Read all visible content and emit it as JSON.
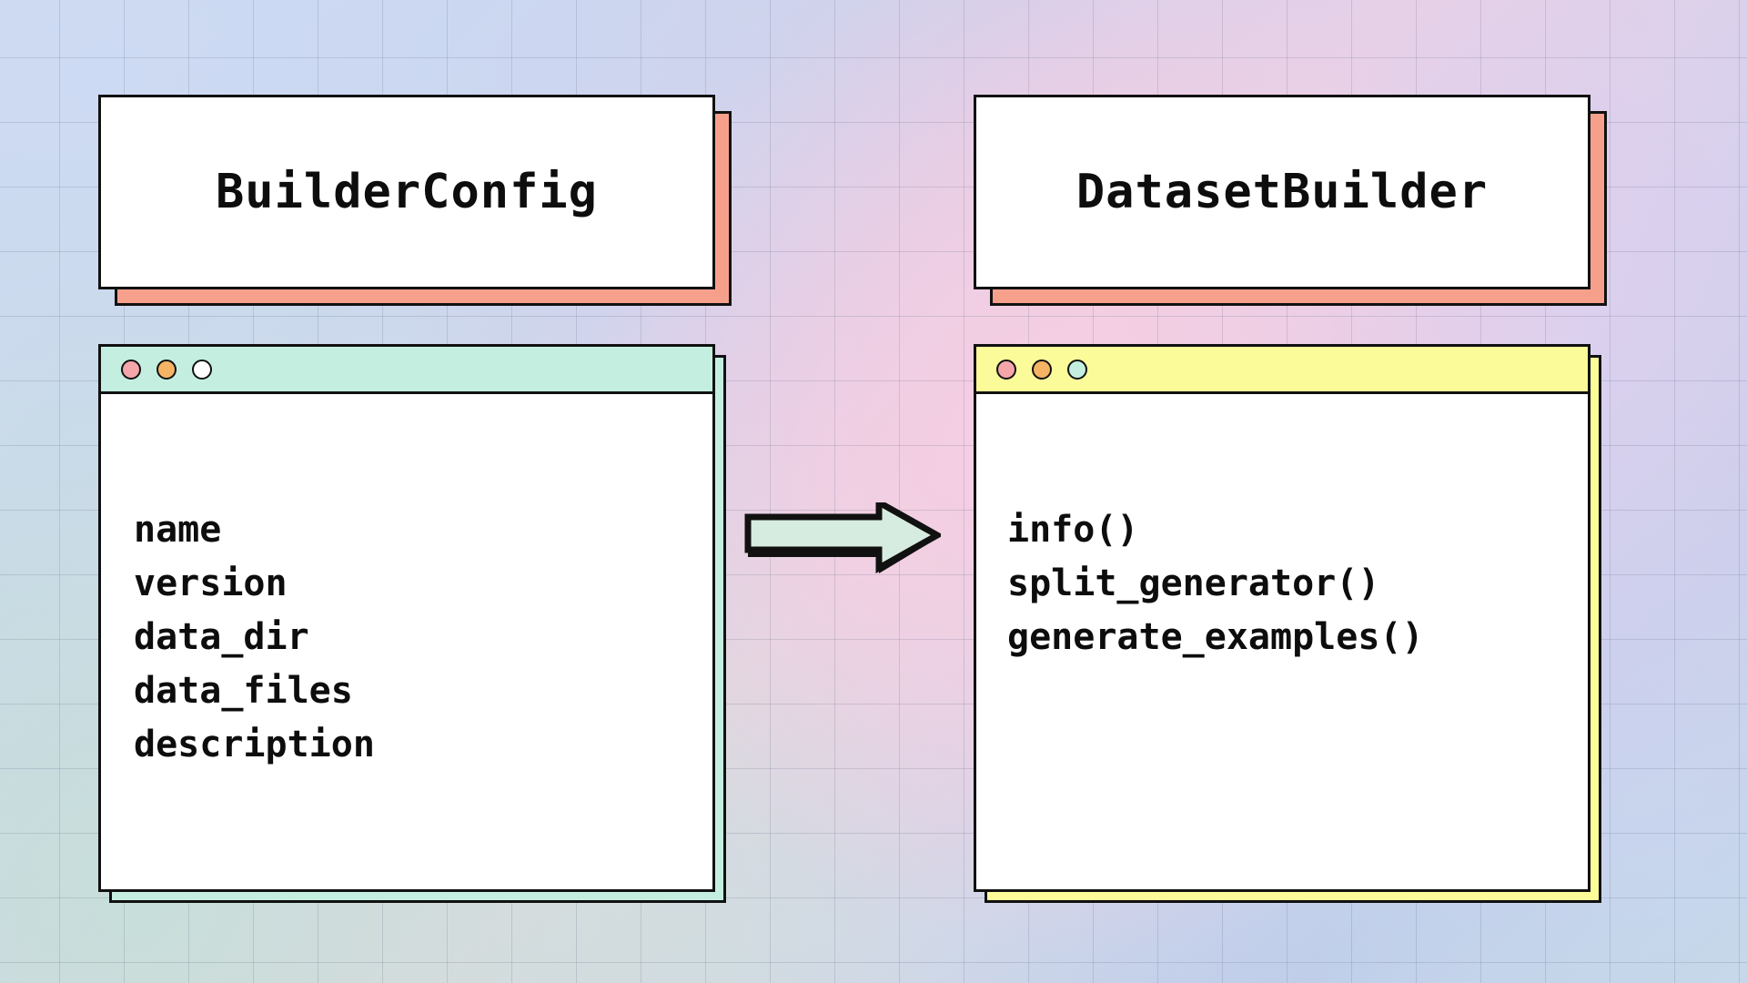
{
  "theme": {
    "card_shadow_color": "#f6a08c",
    "left_window_accent": "#c4efe0",
    "right_window_accent": "#fbfb9a",
    "arrow_fill": "#d7ece1",
    "arrow_outline": "#111111",
    "border_color": "#111111",
    "panel_background": "#ffffff",
    "background_gradient": [
      "#cdd9f0",
      "#d6cfe9",
      "#e9d2e4",
      "#bcc9e6",
      "#c7dcd9"
    ]
  },
  "diagram": {
    "type": "class-relationship",
    "nodes": [
      {
        "id": "builder-config",
        "title": "BuilderConfig",
        "accent": "#c4efe0",
        "dots": [
          {
            "name": "close-dot",
            "color": "#f4a6ab"
          },
          {
            "name": "minimize-dot",
            "color": "#f5b464"
          },
          {
            "name": "maximize-dot",
            "color": "#ffffff"
          }
        ],
        "members": [
          "name",
          "version",
          "data_dir",
          "data_files",
          "description"
        ]
      },
      {
        "id": "dataset-builder",
        "title": "DatasetBuilder",
        "accent": "#fbfb9a",
        "dots": [
          {
            "name": "close-dot",
            "color": "#f4a6ab"
          },
          {
            "name": "minimize-dot",
            "color": "#f5b464"
          },
          {
            "name": "maximize-dot",
            "color": "#c4efe0"
          }
        ],
        "members": [
          "info()",
          "split_generator()",
          "generate_examples()"
        ]
      }
    ],
    "connector": {
      "name": "flow-arrow",
      "direction": "right",
      "from": "builder-config",
      "to": "dataset-builder",
      "label": ""
    }
  }
}
